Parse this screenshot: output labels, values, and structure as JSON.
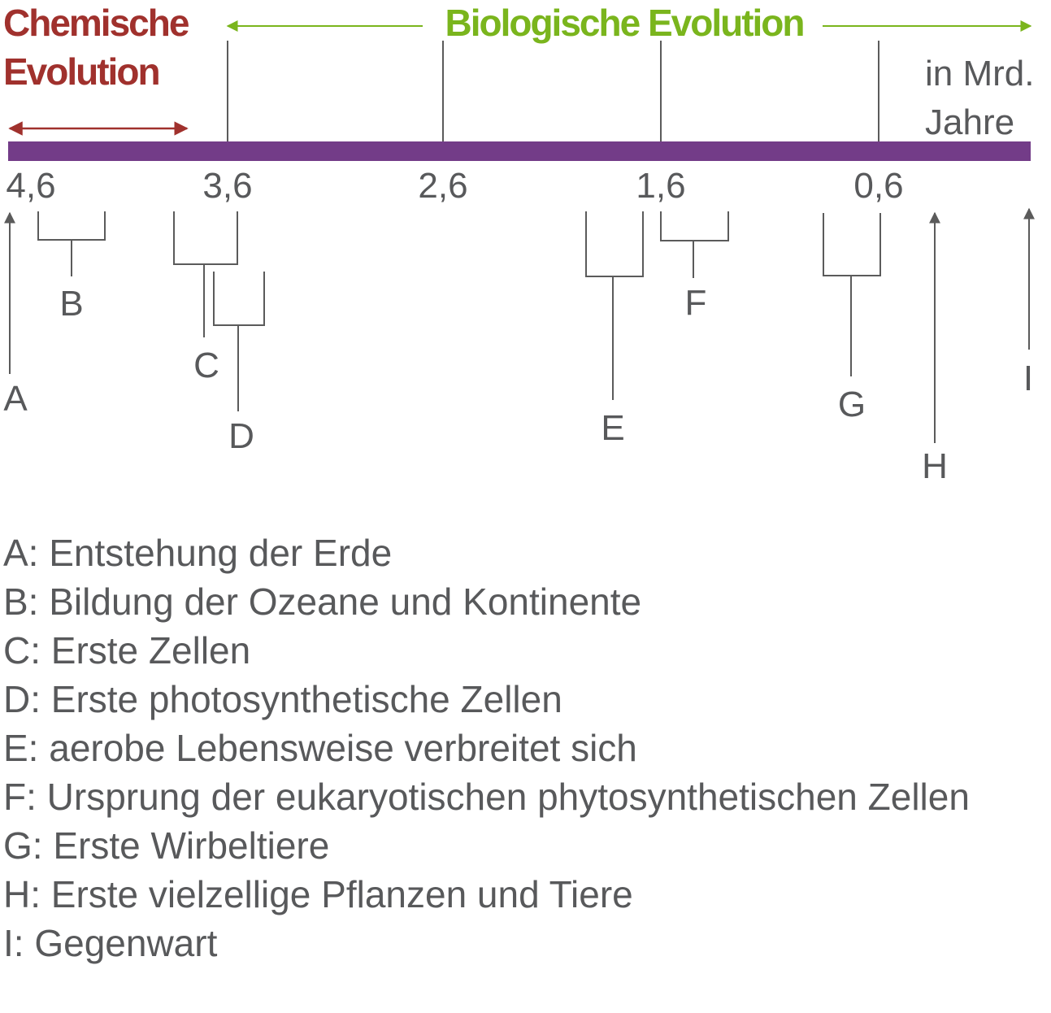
{
  "colors": {
    "chemical": "#a0312d",
    "biological": "#7ab51d",
    "bar": "#733c88",
    "text": "#58595b",
    "line": "#5b5b5b"
  },
  "header": {
    "chemical_line1": "Chemische",
    "chemical_line2": "Evolution",
    "biological": "Biologische Evolution",
    "unit_line1": "in Mrd.",
    "unit_line2": "Jahre"
  },
  "timeline": {
    "ticks": [
      "4,6",
      "3,6",
      "2,6",
      "1,6",
      "0,6"
    ]
  },
  "markers": [
    "A",
    "B",
    "C",
    "D",
    "E",
    "F",
    "G",
    "H",
    "I"
  ],
  "legend": [
    "A: Entstehung der Erde",
    "B: Bildung der Ozeane und Kontinente",
    "C: Erste Zellen",
    "D: Erste photosynthetische Zellen",
    "E: aerobe Lebensweise verbreitet sich",
    "F: Ursprung der eukaryotischen phytosynthetischen Zellen",
    "G: Erste Wirbeltiere",
    "H: Erste vielzellige Pflanzen und Tiere",
    "I: Gegenwart"
  ]
}
